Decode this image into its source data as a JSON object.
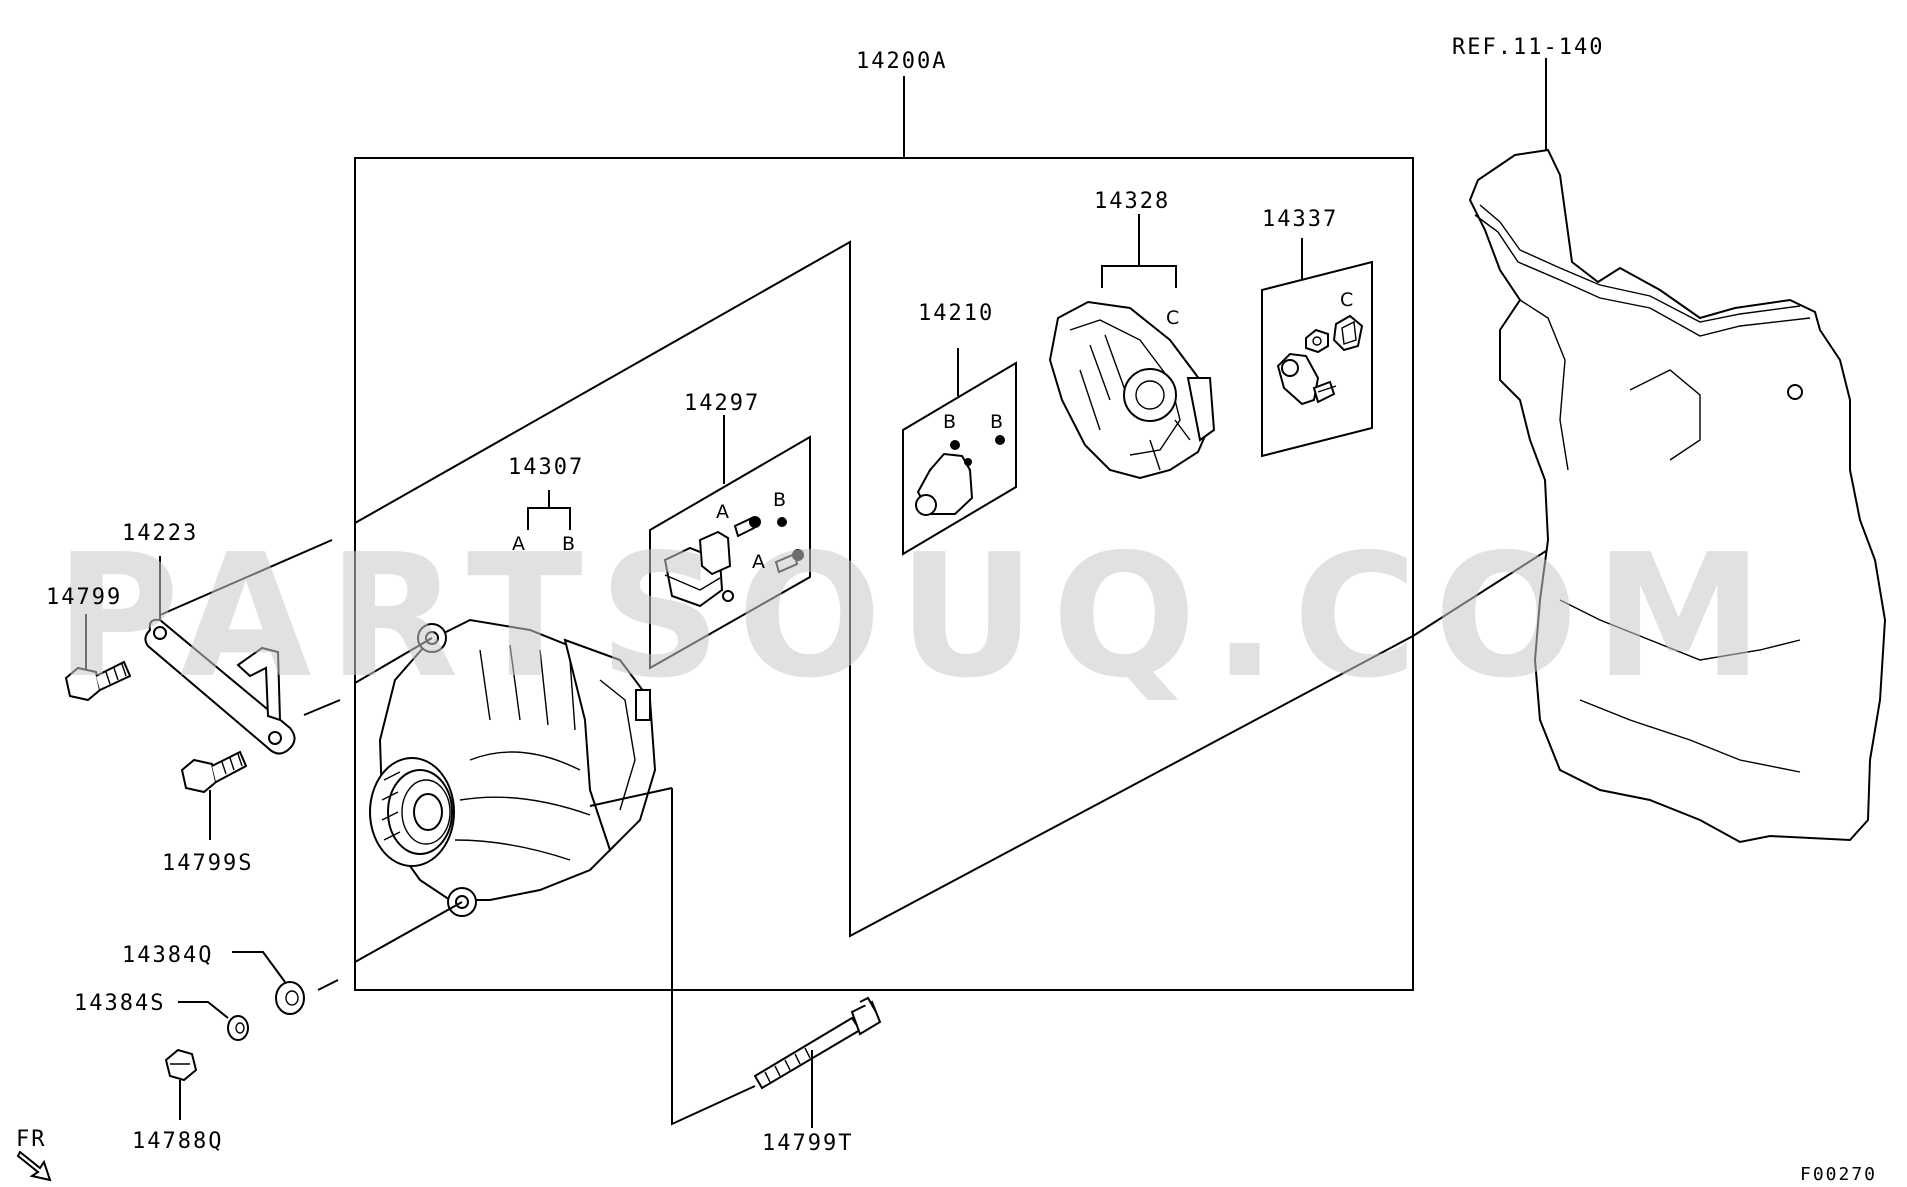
{
  "watermark": "PARTSOUQ.COM",
  "ref": "REF.11-140",
  "figure_code": "F00270",
  "direction": "FR",
  "callouts": {
    "assembly": "14200A",
    "bracket": "14223",
    "bolt_bracket": "14799",
    "bolt_lower": "14799S",
    "washer_q": "14384Q",
    "washer_s": "14384S",
    "nut": "14788Q",
    "long_bolt": "14799T",
    "rectifier_kit": "14307",
    "regulator": "14297",
    "brush_holder": "14210",
    "rear_cover": "14328",
    "terminal_kit": "14337"
  },
  "sub_letters": {
    "a": "A",
    "b": "B",
    "c": "C"
  }
}
